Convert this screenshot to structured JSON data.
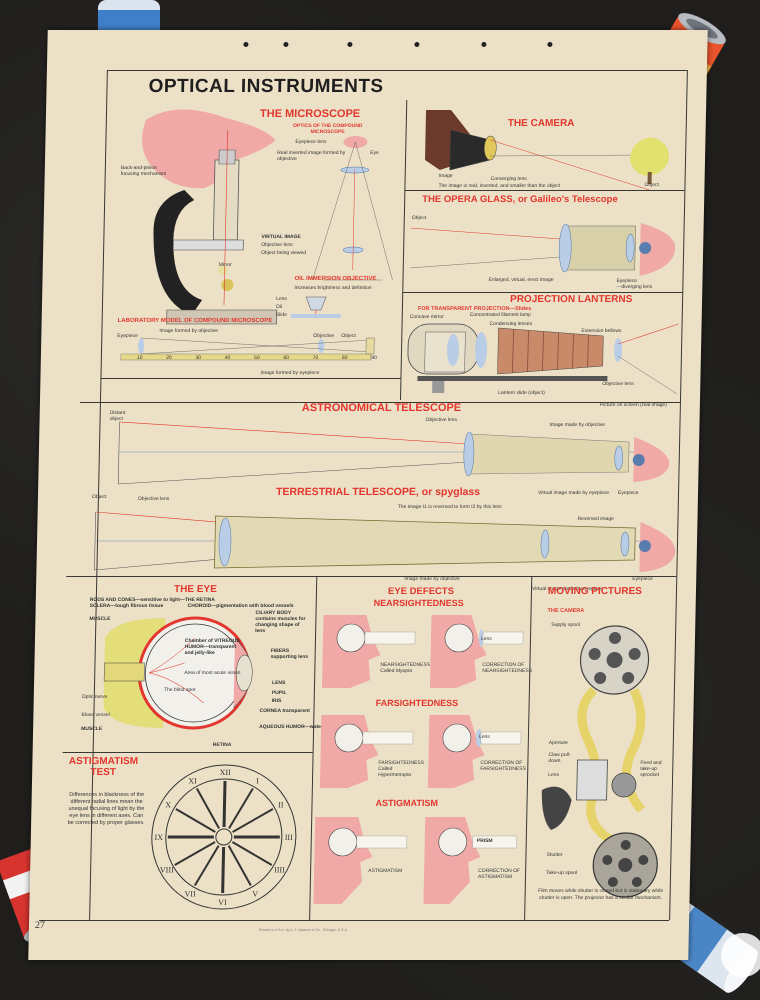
{
  "poster": {
    "title": "OPTICAL INSTRUMENTS",
    "page_number": "27",
    "footer": "Printed in U.S.A. by A. J. Nystrom & Co., Chicago, U.S.A."
  },
  "microscope": {
    "title": "THE MICROSCOPE",
    "subtitle": "OPTICS OF THE COMPOUND MICROSCOPE",
    "labels": [
      "Eyepiece lens",
      "Eye",
      "Back-and-pinion focusing mechanism",
      "Real inverted image formed by objective",
      "VIRTUAL IMAGE",
      "Objective lens",
      "Object being viewed",
      "Mirror"
    ],
    "oil_title": "OIL IMMERSION OBJECTIVE",
    "oil_subtitle": "Increases brightness and definition",
    "oil_labels": [
      "Lens",
      "Oil",
      "Slide"
    ],
    "lab_title": "LABORATORY MODEL OF COMPOUND MICROSCOPE",
    "lab_labels": [
      "Eyepiece",
      "Image formed by objective",
      "Objective",
      "Object",
      "Image formed by eyepiece"
    ],
    "scale": [
      "10",
      "20",
      "30",
      "40",
      "50",
      "60",
      "70",
      "80",
      "90"
    ]
  },
  "camera": {
    "title": "THE CAMERA",
    "labels": [
      "Image",
      "Converging lens",
      "Object"
    ],
    "caption": "The image is real, inverted, and smaller than the object"
  },
  "opera": {
    "title": "THE OPERA GLASS, or Galileo's Telescope",
    "labels": [
      "Object",
      "Enlarged, virtual, erect image",
      "Eyepiece",
      "—diverging lens"
    ]
  },
  "projection": {
    "title": "PROJECTION LANTERNS",
    "subtitle": "FOR TRANSPARENT PROJECTION—Slides",
    "labels": [
      "Concave mirror",
      "Concentrated filament lamp",
      "Condensing lenses",
      "Extension bellows",
      "Lantern slide (object)",
      "Objective lens",
      "Picture on screen (real image)"
    ]
  },
  "astronomical": {
    "title": "ASTRONOMICAL TELESCOPE",
    "labels": [
      "Distant object",
      "Objective lens",
      "Image made by objective",
      "Virtual image made by eyepiece",
      "Eyepiece"
    ]
  },
  "terrestrial": {
    "title": "TERRESTRIAL TELESCOPE, or spyglass",
    "labels": [
      "Object",
      "Objective lens",
      "The image I1 is reversed to form I2 by this lens",
      "Reversed image",
      "Image made by objective",
      "Virtual image made by eyepiece",
      "Eyepiece"
    ]
  },
  "eye": {
    "title": "THE EYE",
    "labels": [
      "RODS AND CONES—sensitive to light—THE RETINA",
      "SCLERA—tough fibrous tissue",
      "CHOROID—pigmentation with blood vessels",
      "MUSCLE",
      "CILIARY BODY contains muscles for changing shape of lens",
      "Chamber of VITREOUS HUMOR—transparent and jelly-like",
      "Area of most acute vision",
      "FIBERS supporting lens",
      "The blind spot",
      "LENS",
      "Optic nerve",
      "PUPIL",
      "IRIS",
      "Blood vessel",
      "CORNEA transparent",
      "AQUEOUS HUMOR—watery",
      "MUSCLE",
      "RETINA"
    ]
  },
  "astigmatism_test": {
    "title": "ASTIGMATISM TEST",
    "text": "Differences in blackness of the different radial lines mean the unequal focusing of light by the eye lens in different axes. Can be corrected by proper glasses.",
    "numerals": [
      "XII",
      "I",
      "II",
      "III",
      "IIII",
      "V",
      "VI",
      "VII",
      "VIII",
      "IX",
      "X",
      "XI"
    ]
  },
  "eye_defects": {
    "title": "EYE DEFECTS",
    "near_title": "NEARSIGHTEDNESS",
    "near_labels": [
      "Lens",
      "NEARSIGHTEDNESS Called Myopia",
      "CORRECTION OF NEARSIGHTEDNESS"
    ],
    "far_title": "FARSIGHTEDNESS",
    "far_labels": [
      "Lens",
      "FARSIGHTEDNESS Called Hypermetropia",
      "CORRECTION OF FARSIGHTEDNESS"
    ],
    "astig_title": "ASTIGMATISM",
    "astig_labels": [
      "PRISM",
      "ASTIGMATISM",
      "CORRECTION OF ASTIGMATISM"
    ]
  },
  "moving_pictures": {
    "title": "MOVING PICTURES",
    "subtitle": "THE CAMERA",
    "labels": [
      "Supply spool",
      "Aperture",
      "Claw pull-down",
      "Lens",
      "Feed and take-up sprocket",
      "Shutter",
      "Take-up spool"
    ],
    "caption": "Film moves while shutter is closed but is stationary while shutter is open. The projector has a similar mechanism."
  },
  "colors": {
    "paper": "#ece1c6",
    "accent_red": "#e2362e",
    "ink": "#3a3833",
    "lens_blue": "#b9cde6",
    "skin": "#f0a9a6"
  }
}
